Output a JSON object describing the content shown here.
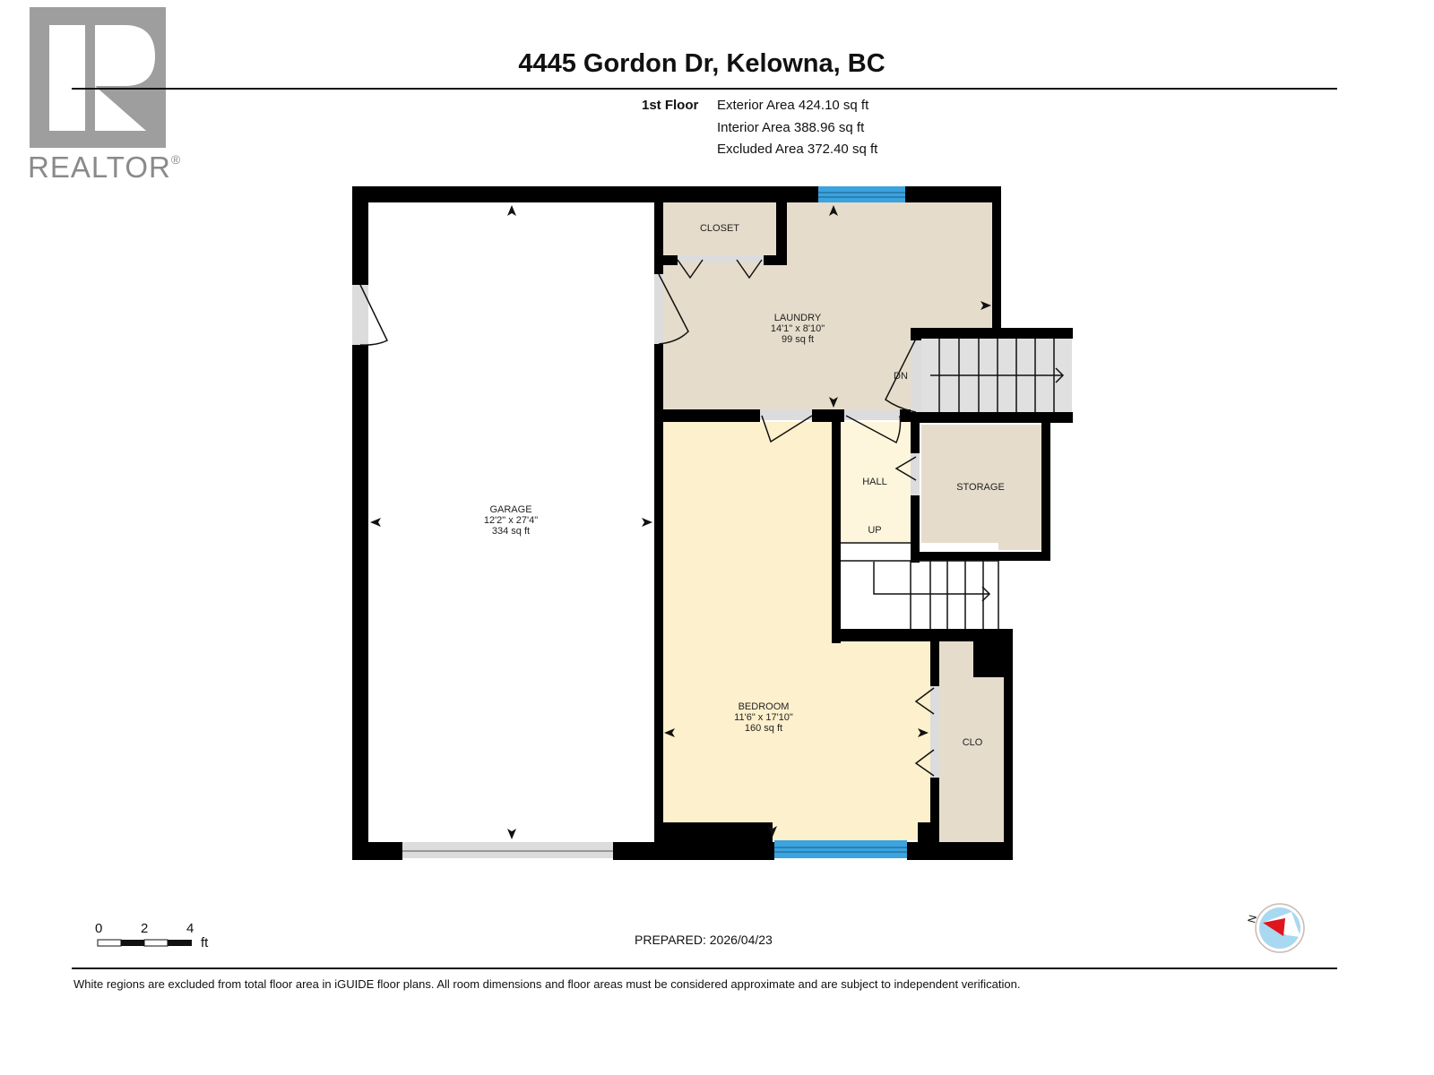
{
  "logo": {
    "brand": "REALTOR",
    "registered_mark": "®"
  },
  "header": {
    "address": "4445 Gordon Dr, Kelowna, BC",
    "floor": "1st Floor",
    "areas": [
      "Exterior Area 424.10 sq ft",
      "Interior Area 388.96 sq ft",
      "Excluded Area 372.40 sq ft"
    ]
  },
  "rooms": {
    "garage": {
      "name": "GARAGE",
      "dims": "12'2\" x 27'4\"",
      "area": "334 sq ft"
    },
    "laundry": {
      "name": "LAUNDRY",
      "dims": "14'1\" x 8'10\"",
      "area": "99 sq ft"
    },
    "bedroom": {
      "name": "BEDROOM",
      "dims": "11'6\" x 17'10\"",
      "area": "160 sq ft"
    },
    "closet": {
      "name": "CLOSET"
    },
    "hall": {
      "name": "HALL"
    },
    "storage": {
      "name": "STORAGE"
    },
    "clo": {
      "name": "CLO"
    }
  },
  "stairs": {
    "down_label": "DN",
    "up_label": "UP"
  },
  "colors": {
    "wall": "#000000",
    "laundry_fill": "#e6dccb",
    "bedroom_fill": "#fdf0cc",
    "hall_fill": "#fdf6dc",
    "stair_fill": "#e0e0e0",
    "door_gap": "#dcdcdc",
    "window": "#3ba3de",
    "compass_fill": "#a9d8f1",
    "compass_needle": "#e0141c"
  },
  "scale_bar": {
    "ticks": [
      "0",
      "2",
      "4"
    ],
    "unit": "ft"
  },
  "compass": {
    "north_label": "N"
  },
  "footer": {
    "prepared": "PREPARED: 2026/04/23",
    "disclaimer": "White regions are excluded from total floor area in iGUIDE floor plans. All room dimensions and floor areas must be considered approximate and are subject to independent verification."
  }
}
